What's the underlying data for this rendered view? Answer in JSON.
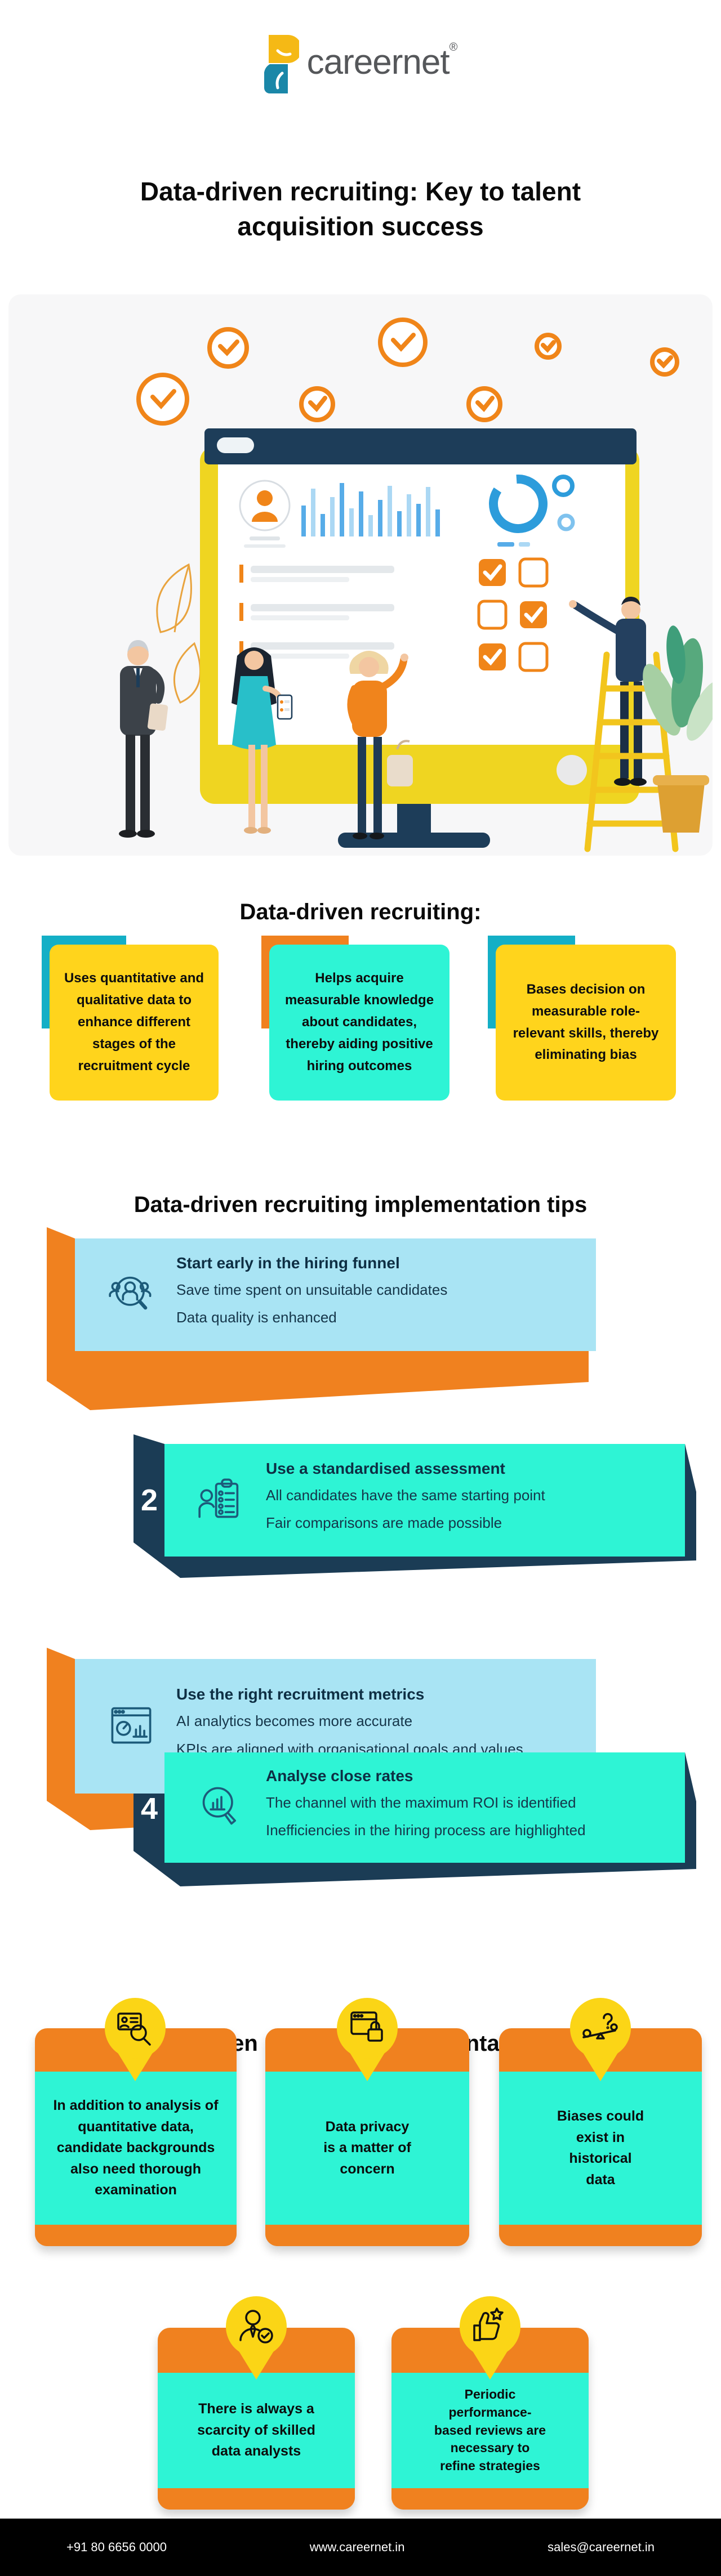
{
  "logo": {
    "brand": "careernet",
    "registered": "®"
  },
  "title": "Data-driven recruiting: Key to talent acquisition success",
  "intro": {
    "heading": "Data-driven recruiting:",
    "cards": [
      {
        "text": "Uses quantitative and qualitative data to enhance different stages of the recruitment cycle",
        "bg": "#ffd41c",
        "accent": "#14afc6"
      },
      {
        "text": "Helps acquire measurable knowledge about candidates, thereby aiding positive hiring outcomes",
        "bg": "#2ef4d5",
        "accent": "#f0811f"
      },
      {
        "text": "Bases decision on measurable role-relevant skills, thereby eliminating bias",
        "bg": "#ffd41c",
        "accent": "#14afc6"
      }
    ]
  },
  "tips": {
    "heading": "Data-driven recruiting implementation tips",
    "items": [
      {
        "number": "",
        "icon": "candidate-search-icon",
        "title": "Start early in the hiring funnel",
        "point1": "Save time spent on unsuitable candidates",
        "point2": "Data quality is enhanced"
      },
      {
        "number": "2",
        "icon": "standardised-assessment-icon",
        "title": "Use a standardised assessment",
        "point1": "All candidates have the same starting point",
        "point2": "Fair comparisons are made possible"
      },
      {
        "number": "",
        "icon": "recruitment-metrics-icon",
        "title": "Use the right recruitment metrics",
        "point1": "AI analytics becomes more accurate",
        "point2": "KPIs are aligned with organisational goals and values"
      },
      {
        "number": "4",
        "icon": "close-rates-icon",
        "title": "Analyse close rates",
        "point1": "The channel with the maximum ROI is identified",
        "point2": "Inefficiencies in the hiring process are highlighted"
      }
    ]
  },
  "challenges": {
    "heading": "Data-driven recruiting implementation tips",
    "cards": [
      {
        "icon": "background-check-icon",
        "text": "In addition to analysis of quantitative data, candidate backgrounds also need thorough examination"
      },
      {
        "icon": "data-privacy-icon",
        "text": "Data privacy is a matter of concern"
      },
      {
        "icon": "bias-icon",
        "text": "Biases could exist in historical data"
      },
      {
        "icon": "data-analyst-icon",
        "text": "There is always a scarcity of skilled data analysts"
      },
      {
        "icon": "performance-review-icon",
        "text": "Periodic performance-based reviews are necessary to refine strategies"
      }
    ]
  },
  "footer": {
    "phone": "+91 80 6656 0000",
    "website": "www.careernet.in",
    "email": "sales@careernet.in"
  },
  "colors": {
    "yellow": "#ffd41c",
    "pin_yellow": "#fbd516",
    "turquoise": "#2ef4d5",
    "cyan": "#14afc6",
    "orange": "#f0811f",
    "light_blue": "#a9e4f4",
    "navy": "#1b3c55",
    "icon_ink": "#1c5b7a",
    "footer_bg": "#000000",
    "clock_orange": "#f08519"
  }
}
